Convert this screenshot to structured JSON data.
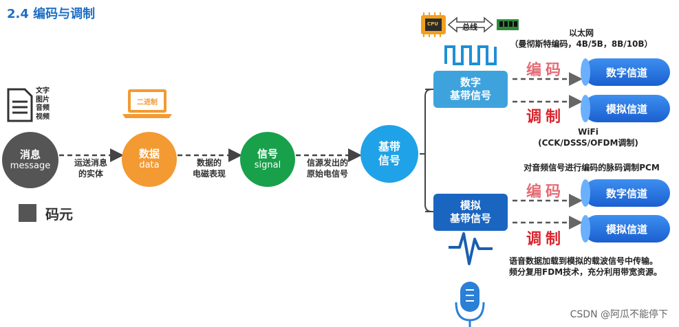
{
  "title": "2.4 编码与调制",
  "top_bus": {
    "cpu": "CPU",
    "bus": "总线"
  },
  "doc_icon_labels": [
    "文字",
    "图片",
    "音频",
    "视频"
  ],
  "laptop_label": "二进制",
  "nodes": {
    "message": {
      "line1": "消息",
      "line2": "message"
    },
    "data": {
      "line1": "数据",
      "line2": "data"
    },
    "signal": {
      "line1": "信号",
      "line2": "signal"
    },
    "baseband": {
      "line1": "基带",
      "line2": "信号"
    }
  },
  "arrow_labels": {
    "a1": [
      "运送消息",
      "的实体"
    ],
    "a2": [
      "数据的",
      "电磁表现"
    ],
    "a3": [
      "信源发出的",
      "原始电信号"
    ]
  },
  "boxes": {
    "digital": [
      "数字",
      "基带信号"
    ],
    "analog": [
      "模拟",
      "基带信号"
    ]
  },
  "ops": {
    "encode": "编码",
    "modulate": "调制"
  },
  "channels": {
    "digital": "数字信道",
    "analog": "模拟信道"
  },
  "notes": {
    "ethernet": [
      "以太网",
      "（曼彻斯特编码，4B/5B，8B/10B）"
    ],
    "wifi": [
      "WiFi",
      "(CCK/DSSS/OFDM调制)"
    ],
    "pcm": "对音频信号进行编码的脉码调制PCM",
    "voice": [
      "语音数据加载到模拟的载波信号中传输。",
      "频分复用FDM技术，充分利用带宽资源。"
    ]
  },
  "legend": "码元",
  "watermark": "CSDN @阿瓜不能停下",
  "colors": {
    "title": "#1e6fc4",
    "message": "#555555",
    "data": "#f39a33",
    "signal": "#19a04b",
    "baseband": "#1fa2e8",
    "digital_box": "#3ea3dd",
    "analog_box": "#1a65c0",
    "red": "#d9242c"
  },
  "icons": [
    "document-icon",
    "laptop-icon",
    "cpu-icon",
    "memory-icon",
    "square-wave-icon",
    "analog-wave-icon",
    "microphone-icon"
  ]
}
